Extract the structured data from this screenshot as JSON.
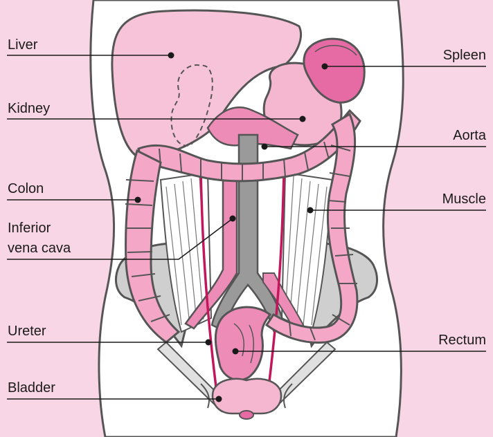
{
  "labels": {
    "liver": "Liver",
    "kidney": "Kidney",
    "colon": "Colon",
    "ivc_line1": "Inferior",
    "ivc_line2": "vena cava",
    "ureter": "Ureter",
    "bladder": "Bladder",
    "spleen": "Spleen",
    "aorta": "Aorta",
    "muscle": "Muscle",
    "rectum": "Rectum"
  },
  "colors": {
    "background": "#f9d6e6",
    "body": "#ffffff",
    "outline": "#555555",
    "organ_light": "#f5b6d0",
    "organ_mid": "#ee8cb8",
    "organ_dark": "#e66aa3",
    "vessel_grey": "#9a9a9a",
    "bone_grey": "#cfcfcf",
    "ureter": "#c2185b"
  }
}
